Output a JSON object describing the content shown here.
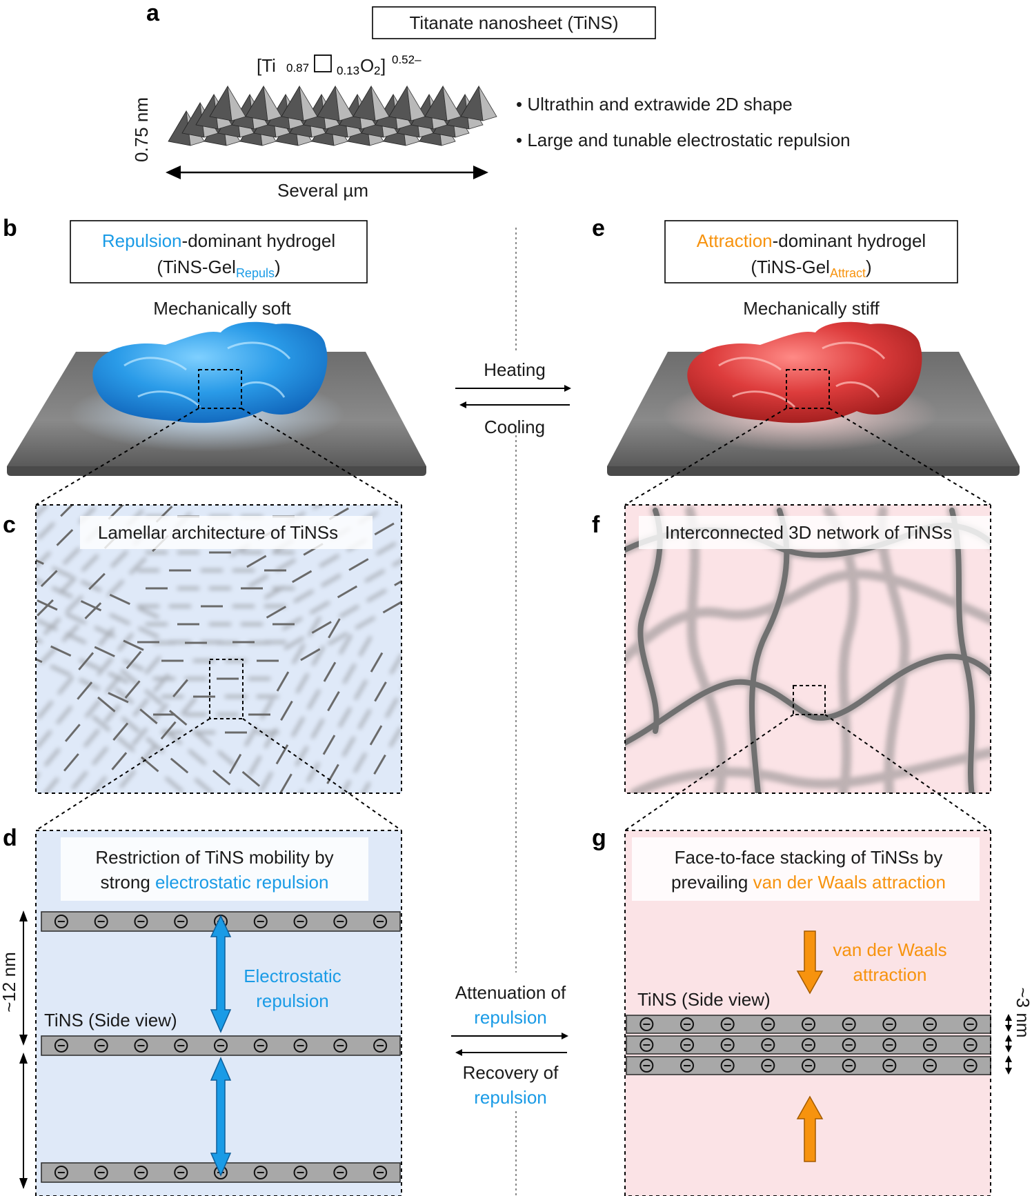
{
  "panels": {
    "a": {
      "letter": "a",
      "title": "Titanate nanosheet (TiNS)",
      "formula": {
        "open": "[Ti",
        "sub1": "0.87",
        "sub2": "0.13",
        "o": "O",
        "sub3": "2",
        "close": "]",
        "charge": "0.52–"
      },
      "thickness_label": "0.75 nm",
      "width_label": "Several µm",
      "bullets": [
        "Ultrathin and extrawide 2D shape",
        "Large and tunable electrostatic repulsion"
      ]
    },
    "b": {
      "letter": "b",
      "title_highlight": "Repulsion",
      "title_rest": "-dominant hydrogel",
      "subtitle_open": "(TiNS-Gel",
      "subtitle_sub": "Repuls",
      "subtitle_close": ")",
      "property": "Mechanically soft"
    },
    "e": {
      "letter": "e",
      "title_highlight": "Attraction",
      "title_rest": "-dominant hydrogel",
      "subtitle_open": "(TiNS-Gel",
      "subtitle_sub": "Attract",
      "subtitle_close": ")",
      "property": "Mechanically stiff"
    },
    "c": {
      "letter": "c",
      "title": "Lamellar architecture of TiNSs"
    },
    "f": {
      "letter": "f",
      "title": "Interconnected 3D network of TiNSs"
    },
    "d": {
      "letter": "d",
      "title_line1": "Restriction of TiNS mobility by",
      "title_line2_prefix": "strong ",
      "title_line2_highlight": "electrostatic repulsion",
      "spacing": "~12 nm",
      "side_view": "TiNS (Side view)",
      "force_line1": "Electrostatic",
      "force_line2": "repulsion",
      "charge_symbol": "⊖"
    },
    "g": {
      "letter": "g",
      "title_line1": "Face-to-face stacking of TiNSs by",
      "title_line2_prefix": "prevailing ",
      "title_line2_highlight": "van der Waals attraction",
      "spacing": "~3 nm",
      "side_view": "TiNS (Side view)",
      "force_line1": "van der Waals",
      "force_line2": "attraction",
      "charge_symbol": "⊖"
    }
  },
  "transitions": {
    "heating": "Heating",
    "cooling": "Cooling",
    "attenuation_line1": "Attenuation of",
    "attenuation_line2": "repulsion",
    "recovery_line1": "Recovery of",
    "recovery_line2": "repulsion"
  },
  "colors": {
    "repulsion_blue": "#1a9be6",
    "attraction_orange": "#f7930e",
    "gel_blue": "#2a8fe0",
    "gel_red": "#d83a3a",
    "panel_blue_bg": "#dfe9f8",
    "panel_pink_bg": "#fbe3e6",
    "sheet_gray": "#a8a8a8"
  }
}
